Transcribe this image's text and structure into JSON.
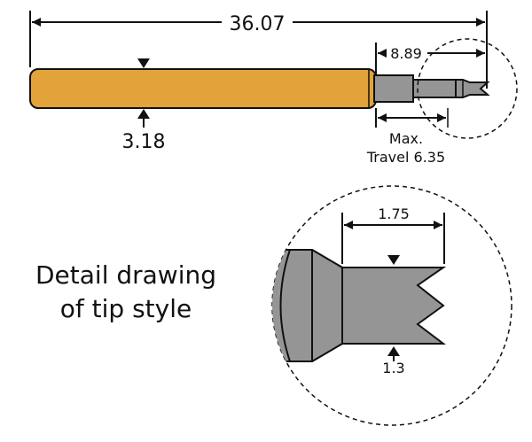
{
  "dimensions": {
    "overall_length": "36.07",
    "tip_length": "8.89",
    "barrel_diameter": "3.18",
    "travel_line1": "Max.",
    "travel_line2": "Travel 6.35",
    "tip_detail_length": "1.75",
    "tip_detail_diameter": "1.3"
  },
  "caption": {
    "line1": "Detail drawing",
    "line2": "of tip style"
  },
  "colors": {
    "barrel": "#E2A33A",
    "plunger": "#959595",
    "outline": "#111111"
  }
}
